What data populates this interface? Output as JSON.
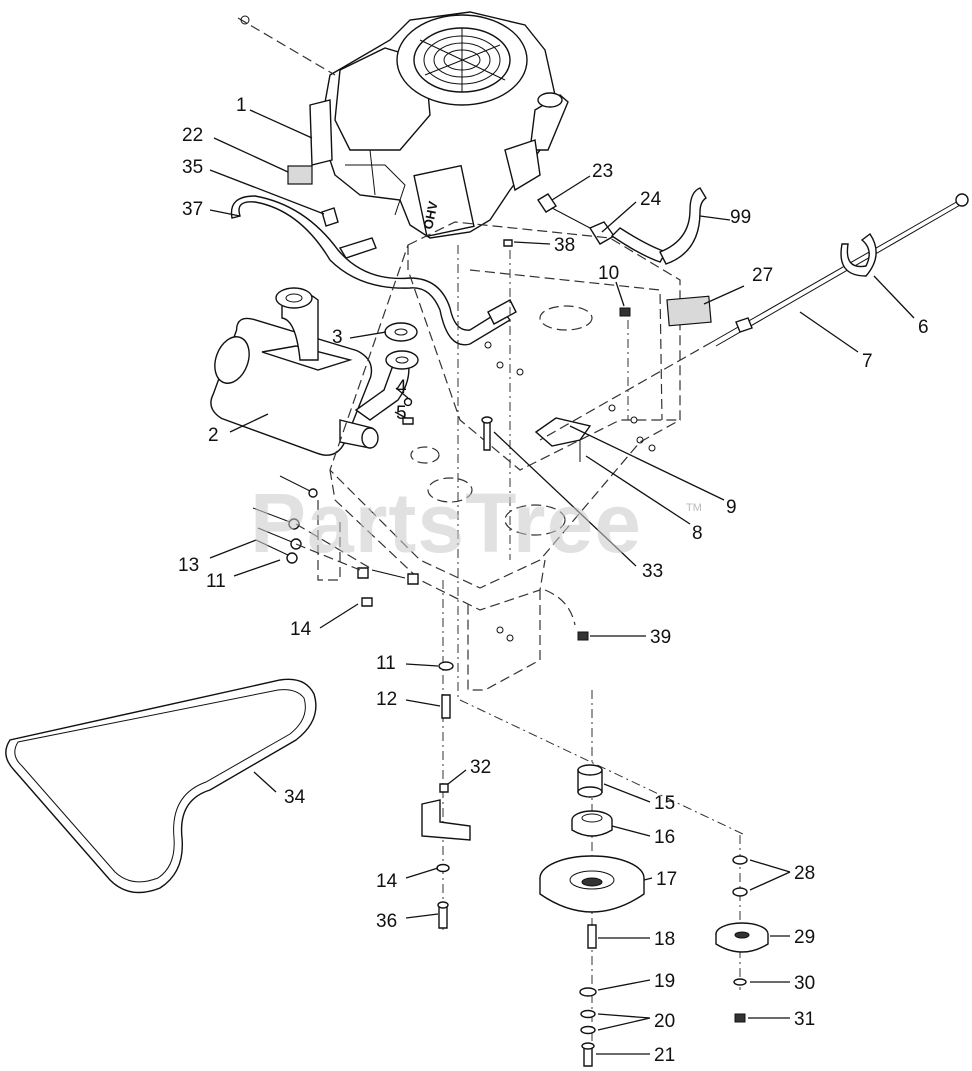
{
  "watermark": {
    "text": "PartsTree",
    "tm": "TM"
  },
  "engine_label": "OHV",
  "callouts": [
    "1",
    "22",
    "35",
    "37",
    "3",
    "4",
    "5",
    "2",
    "23",
    "24",
    "99",
    "38",
    "10",
    "27",
    "6",
    "7",
    "9",
    "8",
    "33",
    "13",
    "11",
    "14",
    "39",
    "11",
    "12",
    "32",
    "34",
    "15",
    "16",
    "17",
    "14",
    "36",
    "18",
    "19",
    "20",
    "21",
    "28",
    "29",
    "30",
    "31"
  ]
}
